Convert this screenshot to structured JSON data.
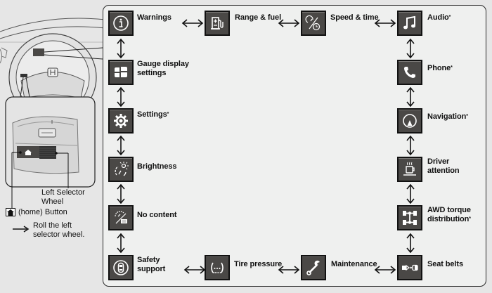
{
  "legend": {
    "wheel_label_line1": "Left Selector",
    "wheel_label_line2": "Wheel",
    "home_button_label": "(home) Button",
    "roll_line1": "Roll the left",
    "roll_line2": "selector wheel."
  },
  "nodes": {
    "warnings": {
      "label": "Warnings",
      "icon": "info-icon"
    },
    "range_fuel": {
      "label": "Range & fuel",
      "icon": "fuel-pump-icon"
    },
    "speed_time": {
      "label": "Speed & time",
      "icon": "speed-clock-icon"
    },
    "audio": {
      "label": "Audio",
      "asterisk": "*",
      "icon": "music-note-icon"
    },
    "gauge_display": {
      "label_line1": "Gauge display",
      "label_line2": "settings",
      "icon": "gauge-layout-icon"
    },
    "phone": {
      "label": "Phone",
      "asterisk": "*",
      "icon": "phone-icon"
    },
    "settings": {
      "label": "Settings",
      "asterisk": "*",
      "icon": "gear-icon"
    },
    "navigation": {
      "label": "Navigation",
      "asterisk": "*",
      "icon": "navigation-icon"
    },
    "brightness": {
      "label": "Brightness",
      "icon": "brightness-icon"
    },
    "driver_attention": {
      "label_line1": "Driver",
      "label_line2": "attention",
      "icon": "coffee-cup-icon"
    },
    "no_content": {
      "label": "No content",
      "icon": "no-content-icon"
    },
    "awd_torque": {
      "label_line1": "AWD torque",
      "label_line2": "distribution",
      "asterisk": "*",
      "icon": "awd-icon"
    },
    "safety_support": {
      "label_line1": "Safety",
      "label_line2": "support",
      "icon": "safety-car-icon"
    },
    "tire_pressure": {
      "label": "Tire pressure",
      "icon": "tire-pressure-icon"
    },
    "maintenance": {
      "label": "Maintenance",
      "icon": "wrench-icon"
    },
    "seat_belts": {
      "label": "Seat belts",
      "icon": "seat-belt-icon"
    }
  }
}
